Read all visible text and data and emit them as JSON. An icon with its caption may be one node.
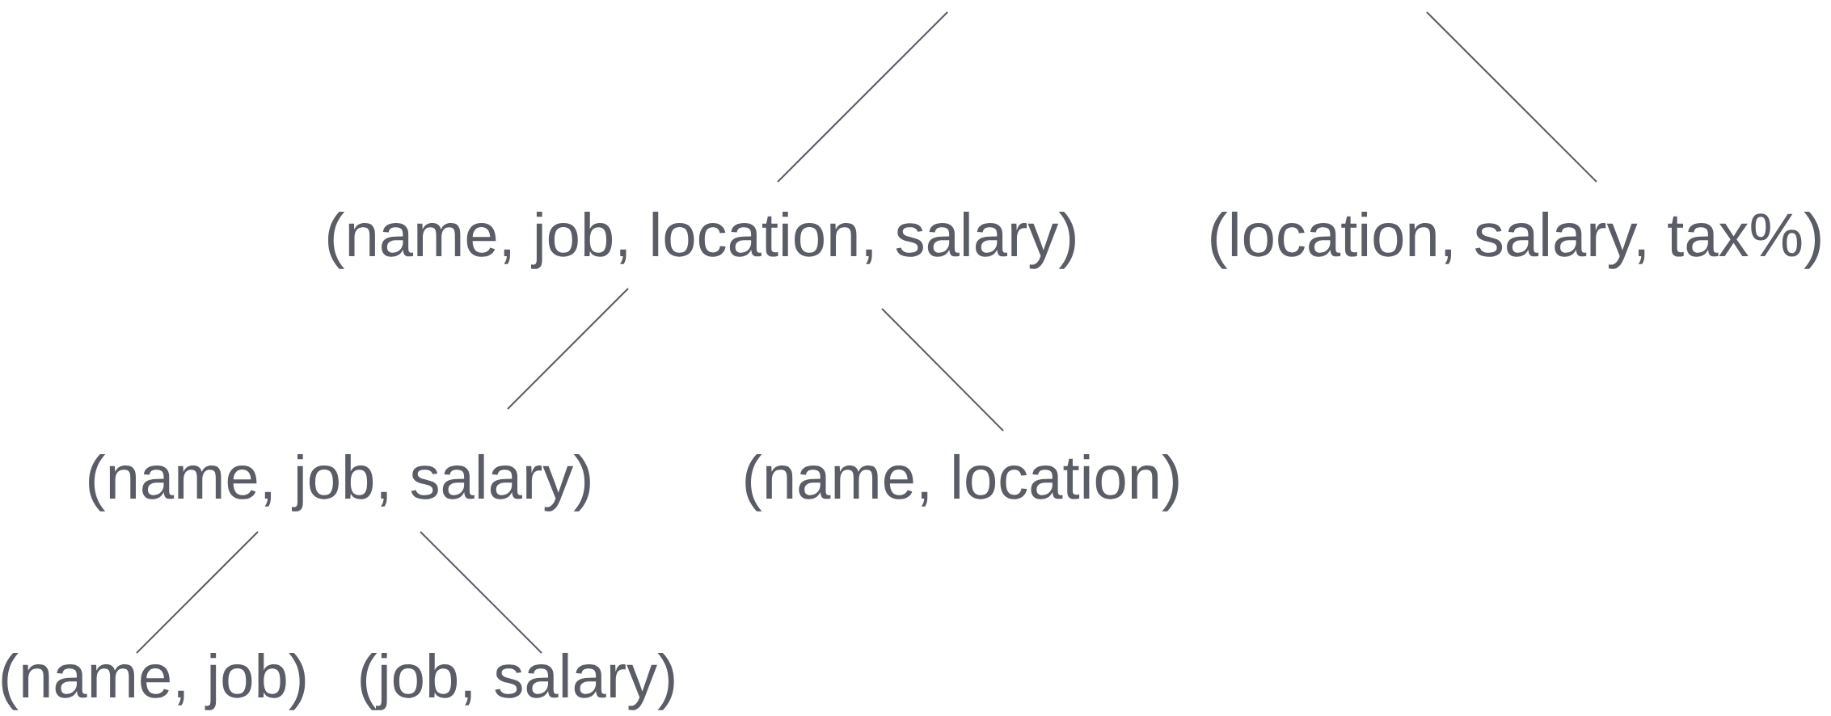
{
  "diagram": {
    "nodes": [
      {
        "text": [
          "(name, job, location, salary)"
        ]
      },
      {
        "text": [
          "(location, salary, tax%)"
        ]
      },
      {
        "text": [
          "(name, job, salary)"
        ]
      },
      {
        "text": [
          "(name, location)"
        ]
      },
      {
        "text": [
          "(name, job)"
        ]
      },
      {
        "text": [
          "(job, salary)"
        ]
      }
    ],
    "edges": [
      {
        "from": null,
        "to": 0,
        "arrow": "none"
      },
      {
        "from": null,
        "to": 1,
        "arrow": "none"
      },
      {
        "from": 0,
        "to": 2,
        "arrow": "none"
      },
      {
        "from": 0,
        "to": 3,
        "arrow": "none"
      },
      {
        "from": 2,
        "to": 4,
        "arrow": "none"
      },
      {
        "from": 2,
        "to": 5,
        "arrow": "none"
      }
    ]
  }
}
